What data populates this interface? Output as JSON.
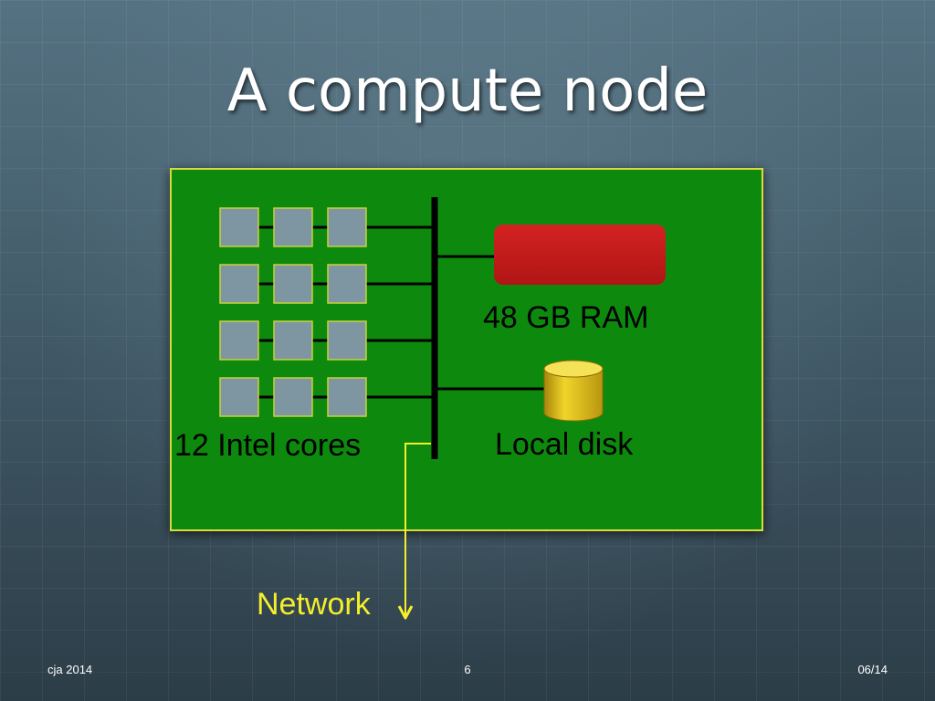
{
  "slide": {
    "title": "A compute node",
    "footer_left": "cja 2014",
    "footer_page": "6",
    "footer_date": "06/14"
  },
  "diagram": {
    "cores": {
      "label": "12 Intel cores",
      "count": 12,
      "rows": 4,
      "cols": 3
    },
    "ram": {
      "label": "48 GB RAM"
    },
    "disk": {
      "label": "Local disk"
    },
    "network": {
      "label": "Network"
    },
    "colors": {
      "board": "#0e8a0e",
      "board_border": "#d8dc3a",
      "core_fill": "#7e96a2",
      "core_border": "#c9d23a",
      "ram": "#c81c1c",
      "disk": "#e0c218",
      "bus": "#000000",
      "network": "#f5ee2a"
    }
  }
}
